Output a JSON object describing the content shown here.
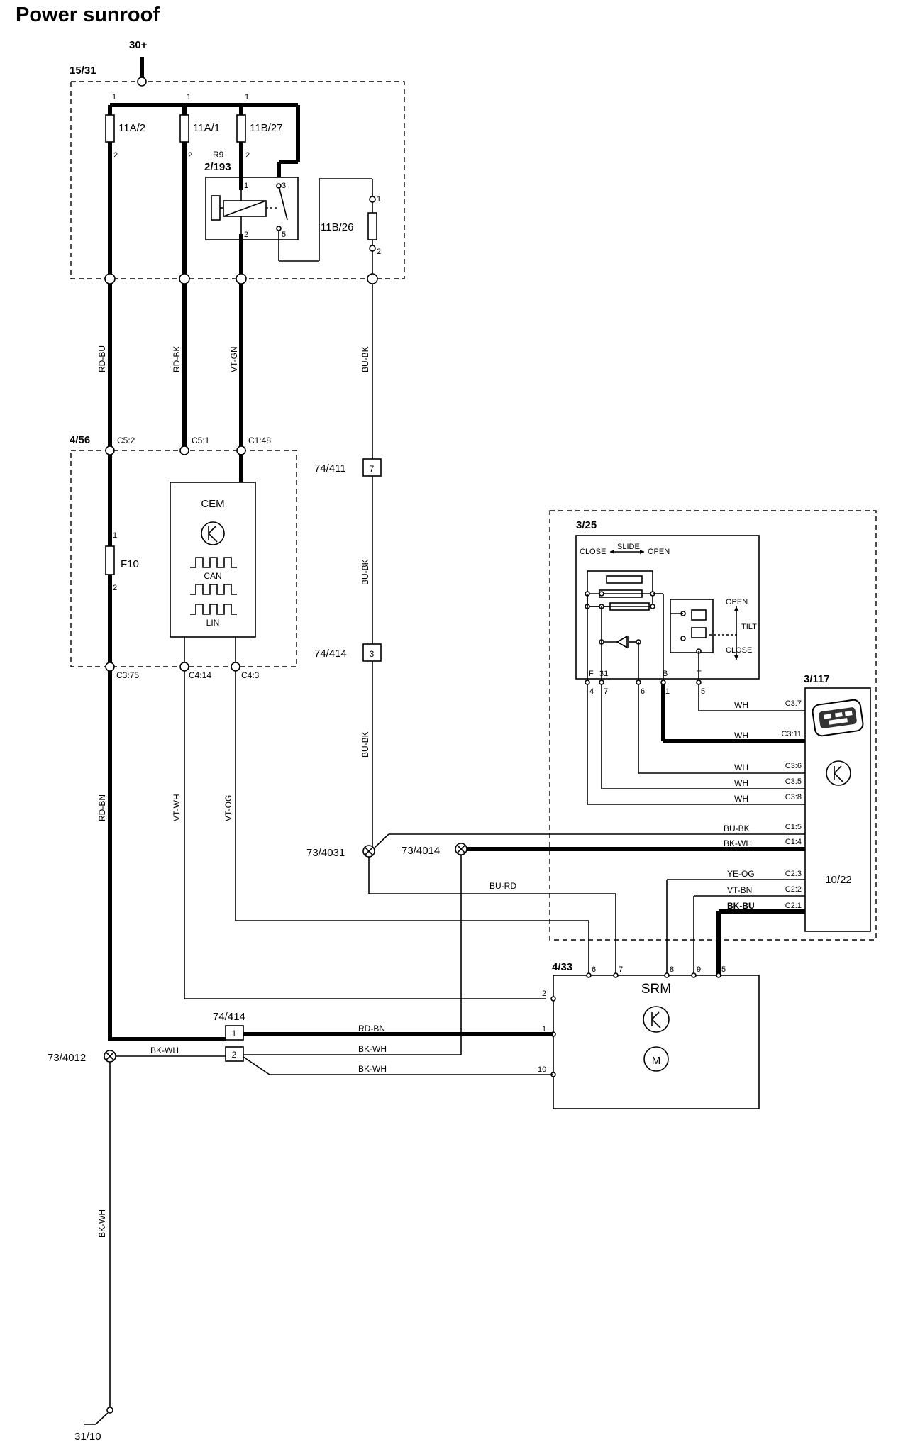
{
  "title": "Power sunroof",
  "supply": "30+",
  "ground": "31/10",
  "fuse_box": {
    "id": "15/31",
    "fuses": [
      "11A/2",
      "11A/1",
      "11B/27",
      "11B/26"
    ],
    "relay_ref": "R9",
    "relay_id": "2/193"
  },
  "central_box": {
    "id": "4/56",
    "fuse": "F10",
    "cem": "CEM",
    "can": "CAN",
    "lin": "LIN",
    "top_pins": [
      "C5:2",
      "C5:1",
      "C1:48"
    ],
    "bottom_pins": [
      "C3:75",
      "C4:14",
      "C4:3"
    ]
  },
  "connectors": [
    "74/411",
    "74/414",
    "74/414"
  ],
  "connector_pins": [
    "7",
    "3",
    "1",
    "2"
  ],
  "splices": [
    "73/4031",
    "73/4014",
    "73/4012"
  ],
  "switch": {
    "id": "3/25",
    "close": "CLOSE",
    "slide": "SLIDE",
    "open": "OPEN",
    "tilt": "TILT",
    "open2": "OPEN",
    "close2": "CLOSE",
    "pin_letters": [
      "F",
      "31",
      "B",
      "T"
    ],
    "pin_numbers": [
      "4",
      "7",
      "6",
      "1",
      "5"
    ]
  },
  "control_module": {
    "id": "3/117",
    "ref": "10/22",
    "pins": [
      "C3:7",
      "C3:11",
      "C3:6",
      "C3:5",
      "C3:8",
      "C1:5",
      "C1:4",
      "C2:3",
      "C2:2",
      "C2:1"
    ]
  },
  "srm": {
    "id": "4/33",
    "name": "SRM",
    "motor": "M",
    "top_pins": [
      "6",
      "7",
      "8",
      "9",
      "5"
    ],
    "side_pins": [
      "2",
      "1",
      "10"
    ]
  },
  "wire_colors": {
    "rd_bu": "RD-BU",
    "rd_bk": "RD-BK",
    "vt_gn": "VT-GN",
    "bu_bk": "BU-BK",
    "rd_bn": "RD-BN",
    "vt_wh": "VT-WH",
    "vt_og": "VT-OG",
    "bu_rd": "BU-RD",
    "bk_wh": "BK-WH",
    "wh": "WH",
    "ye_og": "YE-OG",
    "vt_bn": "VT-BN",
    "bk_bu": "BK-BU"
  }
}
